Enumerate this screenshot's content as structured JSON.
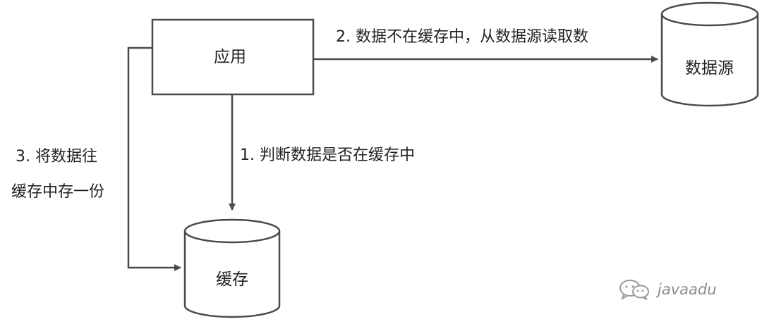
{
  "nodes": {
    "app": "应用",
    "datasource": "数据源",
    "cache": "缓存"
  },
  "edges": {
    "step1": "1. 判断数据是否在缓存中",
    "step2": "2. 数据不在缓存中，从数据源读取数",
    "step3_line1": "3. 将数据往",
    "step3_line2": "缓存中存一份"
  },
  "watermark": {
    "icon": "wechat-icon",
    "text": "javaadu"
  },
  "colors": {
    "stroke": "#4a4a4a",
    "text": "#222222",
    "watermark": "#8c8c8c"
  }
}
